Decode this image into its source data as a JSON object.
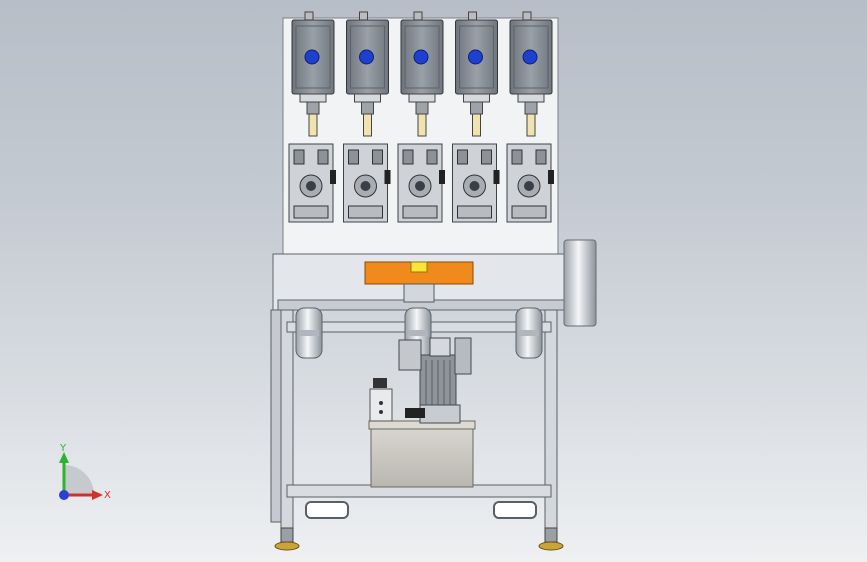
{
  "viewport": {
    "background_top": "#b8bec7",
    "background_bottom": "#eef0f2"
  },
  "colors": {
    "frame": "#d9dde3",
    "frame_edge": "#5a5f66",
    "motor_body": "#8a9097",
    "motor_dot": "#1f3fcf",
    "orange_bar": "#f08a1c",
    "yellow_accent": "#ffe23a",
    "tank": "#c9c7bf"
  },
  "triad": {
    "y_label": "Y",
    "x_label": "X",
    "y_color": "#2db32d",
    "x_color": "#d4302b",
    "z_color": "#2a3fd6"
  },
  "model": {
    "spindle_count": 5,
    "fixture_count": 5
  }
}
